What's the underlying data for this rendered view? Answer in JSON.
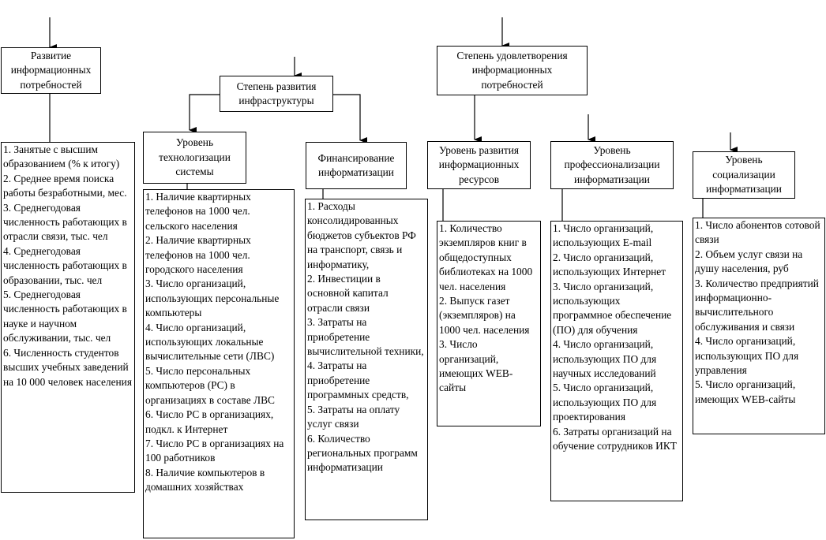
{
  "nodes": {
    "development": {
      "title": "Развитие информационных потребностей"
    },
    "infrastructure": {
      "title": "Степень развития инфраструктуры"
    },
    "satisfaction": {
      "title": "Степень удовлетворения информационных потребностей"
    },
    "technologization": {
      "title": "Уровень технологизации системы"
    },
    "financing": {
      "title": "Финансирование информатизации"
    },
    "info_resources": {
      "title": "Уровень развития информационных ресурсов"
    },
    "professionalization": {
      "title": "Уровень профессионализации информатизации"
    },
    "socialization": {
      "title": "Уровень социализации информатизации"
    }
  },
  "lists": {
    "development": [
      "1. Занятые с высшим образованием (% к итогу)",
      "2. Среднее время поиска работы безработными, мес.",
      "3. Среднегодовая численность работающих в отрасли связи, тыс. чел",
      "4. Среднегодовая численность работающих в образовании, тыс. чел",
      "5. Среднегодовая численность работающих в науке и научном обслуживании, тыс. чел",
      "6. Численность студентов высших учебных заведений на 10 000 человек населения"
    ],
    "technologization": [
      "1. Наличие квартирных телефонов на 1000 чел. сельского населения",
      "2. Наличие квартирных телефонов на 1000 чел. городского населения",
      "3. Число организаций, использующих персональные компьютеры",
      "4. Число организаций, использующих локальные вычислительные сети (ЛВС)",
      "5. Число персональных компьютеров (PC) в организациях в составе ЛВС",
      "6. Число PC в организациях, подкл. к Интернет",
      "7. Число PC в организациях на 100 работников",
      "8. Наличие компьютеров в домашних хозяйствах"
    ],
    "financing": [
      "1. Расходы консолидированных бюджетов субъектов РФ на транспорт, связь и информатику,",
      "2. Инвестиции в основной капитал отрасли связи",
      "3. Затраты на приобретение вычислительной техники,",
      "4. Затраты на приобретение программных средств,",
      "5. Затраты на оплату услуг связи",
      "6. Количество региональных программ информатизации"
    ],
    "info_resources": [
      "1. Количество экземпляров книг в общедоступных библиотеках на 1000 чел. населения",
      "2. Выпуск газет (экземпляров) на 1000 чел. населения",
      "3. Число организаций, имеющих WEB-сайты"
    ],
    "professionalization": [
      "1. Число организаций, использующих E-mail",
      "2. Число организаций, использующих Интернет",
      "3. Число организаций, использующих программное обеспечение (ПО) для обучения",
      "4. Число организаций, использующих ПО для научных исследований",
      "5. Число организаций, использующих ПО для проектирования",
      "6. Затраты организаций на обучение сотрудников ИКТ"
    ],
    "socialization": [
      "1. Число абонентов сотовой связи",
      "2. Объем услуг связи на душу населения, руб",
      "3. Количество предприятий информационно-вычислительного обслуживания и связи",
      "4. Число организаций, использующих ПО для управления",
      "5. Число организаций, имеющих WEB-сайты"
    ]
  }
}
